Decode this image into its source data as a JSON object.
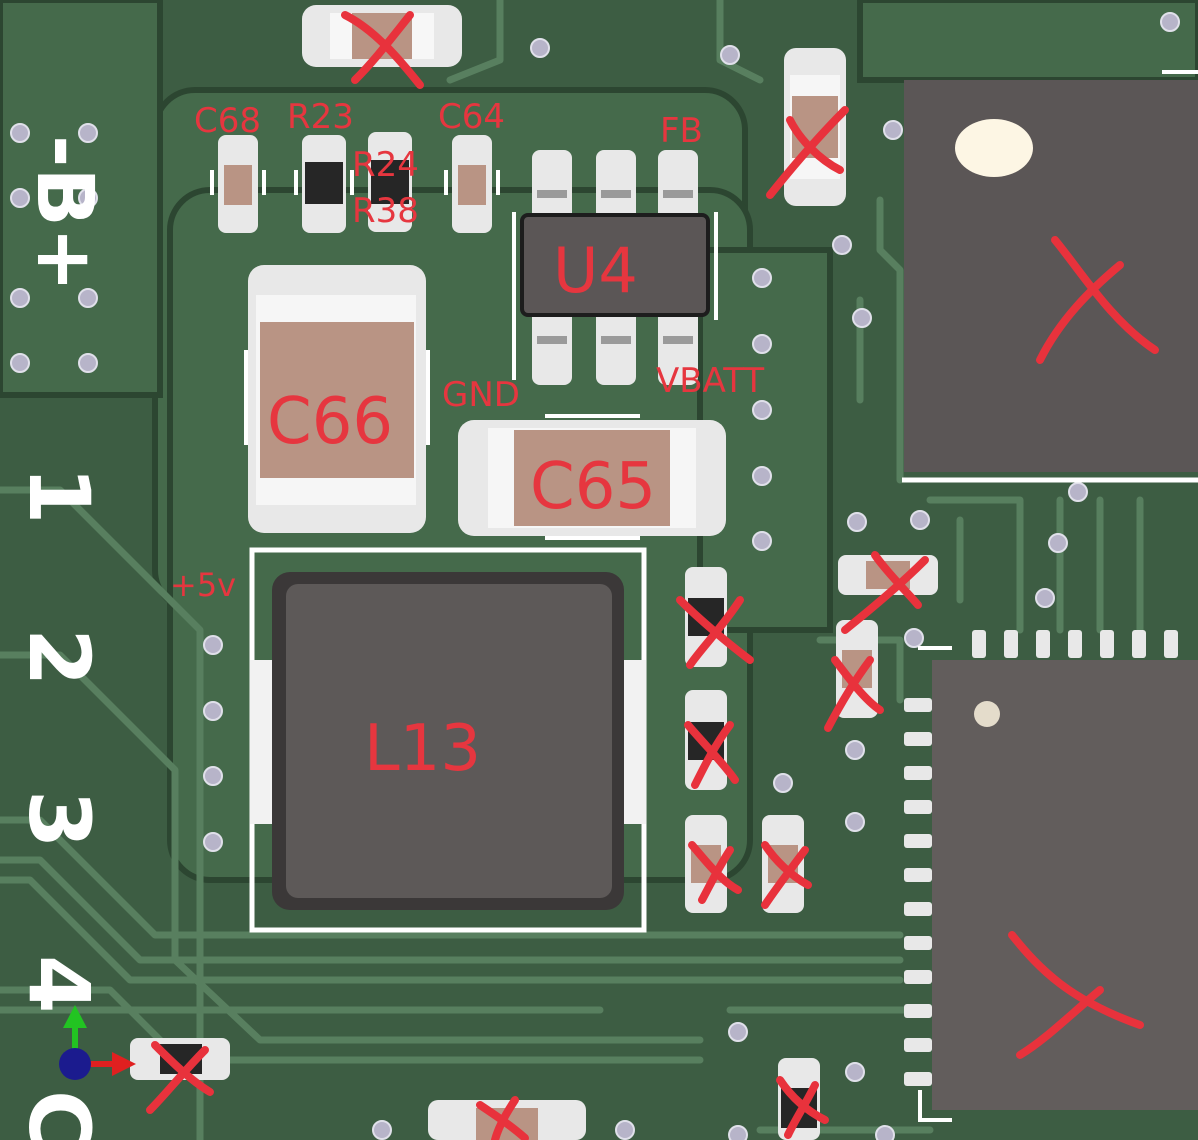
{
  "colors": {
    "board": "#3d5d43",
    "copper_pour": "#456a4b",
    "trace": "#5d8564",
    "silk": "#ffffff",
    "annotation": "#e6363f",
    "pad": "#e3e3e3",
    "body_ceramic": "#b99484",
    "body_ic": "#5b5656"
  },
  "silkscreen": {
    "left_header_top": "-B+",
    "pin1": "1",
    "pin2": "2",
    "pin3": "3",
    "pin4": "4",
    "pin5_partial": "C"
  },
  "labels": {
    "c68": "C68",
    "r23": "R23",
    "c64": "C64",
    "fb": "FB",
    "r24": "R24",
    "r38": "R38",
    "u4": "U4",
    "c66": "C66",
    "gnd": "GND",
    "vbatt": "VBATT",
    "c65": "C65",
    "plus5v": "+5v",
    "l13": "L13"
  },
  "icons": [
    "axis-triad-icon",
    "cross-mark-icon"
  ]
}
